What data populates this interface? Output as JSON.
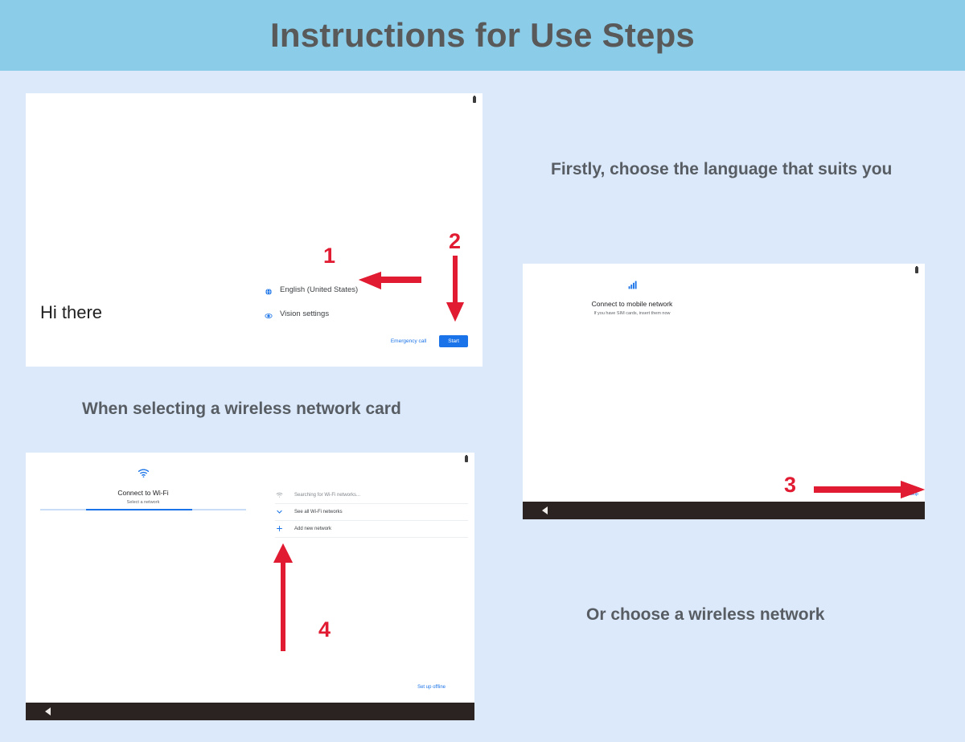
{
  "header": {
    "title": "Instructions for Use Steps",
    "band_color": "#8bcce8",
    "title_color": "#595959"
  },
  "page": {
    "background_color": "#dce9fa",
    "accent_red": "#e11b32",
    "accent_blue": "#1a73e8"
  },
  "captions": {
    "language": "Firstly, choose the language that suits you",
    "wireless_card": "When selecting a wireless network card",
    "wireless_network": "Or choose a wireless network"
  },
  "steps": {
    "one": "1",
    "two": "2",
    "three": "3",
    "four": "4"
  },
  "welcome_screen": {
    "greeting": "Hi there",
    "options": [
      {
        "icon": "globe-icon",
        "label": "English (United States)"
      },
      {
        "icon": "eye-icon",
        "label": "Vision settings"
      }
    ],
    "emergency_call_label": "Emergency call",
    "start_button_label": "Start"
  },
  "mobile_screen": {
    "icon": "signal-bars-icon",
    "title": "Connect to mobile network",
    "subtitle": "If you have SIM cards, insert them now",
    "skip_label": "Skip",
    "nav_back_icon": "back-triangle-icon"
  },
  "wifi_screen": {
    "icon": "wifi-icon",
    "title": "Connect to Wi-Fi",
    "subtitle": "Select a network",
    "items": [
      {
        "icon": "wifi-searching-icon",
        "label": "Searching for Wi-Fi networks..."
      },
      {
        "icon": "chevron-down-icon",
        "label": "See all Wi-Fi networks"
      },
      {
        "icon": "plus-icon",
        "label": "Add new network"
      }
    ],
    "setup_offline_label": "Set up offline",
    "nav_back_icon": "back-triangle-icon"
  }
}
